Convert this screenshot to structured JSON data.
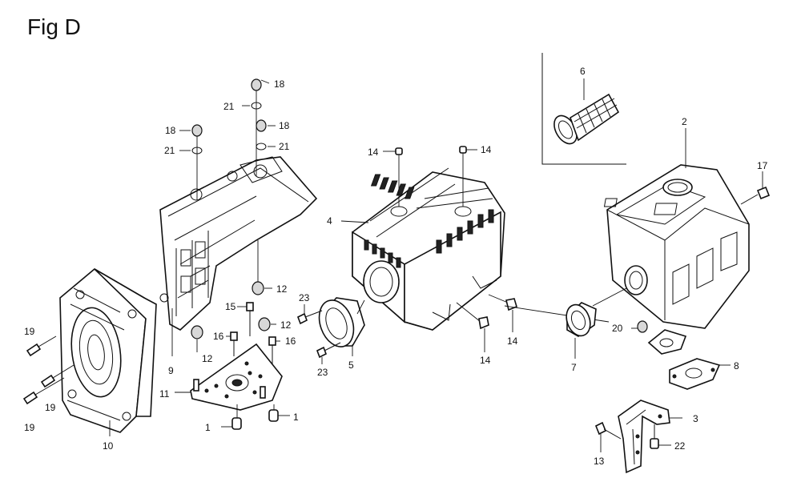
{
  "figure": {
    "title": "Fig D",
    "callouts": [
      {
        "id": "c1a",
        "label": "1"
      },
      {
        "id": "c1b",
        "label": "1"
      },
      {
        "id": "c2",
        "label": "2"
      },
      {
        "id": "c3",
        "label": "3"
      },
      {
        "id": "c4",
        "label": "4"
      },
      {
        "id": "c5",
        "label": "5"
      },
      {
        "id": "c6",
        "label": "6"
      },
      {
        "id": "c7",
        "label": "7"
      },
      {
        "id": "c8",
        "label": "8"
      },
      {
        "id": "c9",
        "label": "9"
      },
      {
        "id": "c10",
        "label": "10"
      },
      {
        "id": "c11",
        "label": "11"
      },
      {
        "id": "c12a",
        "label": "12"
      },
      {
        "id": "c12b",
        "label": "12"
      },
      {
        "id": "c12c",
        "label": "12"
      },
      {
        "id": "c13",
        "label": "13"
      },
      {
        "id": "c14a",
        "label": "14"
      },
      {
        "id": "c14b",
        "label": "14"
      },
      {
        "id": "c14c",
        "label": "14"
      },
      {
        "id": "c14d",
        "label": "14"
      },
      {
        "id": "c15",
        "label": "15"
      },
      {
        "id": "c16a",
        "label": "16"
      },
      {
        "id": "c16b",
        "label": "16"
      },
      {
        "id": "c17",
        "label": "17"
      },
      {
        "id": "c18a",
        "label": "18"
      },
      {
        "id": "c18b",
        "label": "18"
      },
      {
        "id": "c18c",
        "label": "18"
      },
      {
        "id": "c19a",
        "label": "19"
      },
      {
        "id": "c19b",
        "label": "19"
      },
      {
        "id": "c19c",
        "label": "19"
      },
      {
        "id": "c20",
        "label": "20"
      },
      {
        "id": "c21a",
        "label": "21"
      },
      {
        "id": "c21b",
        "label": "21"
      },
      {
        "id": "c21c",
        "label": "21"
      },
      {
        "id": "c22",
        "label": "22"
      },
      {
        "id": "c23a",
        "label": "23"
      },
      {
        "id": "c23b",
        "label": "23"
      }
    ]
  }
}
